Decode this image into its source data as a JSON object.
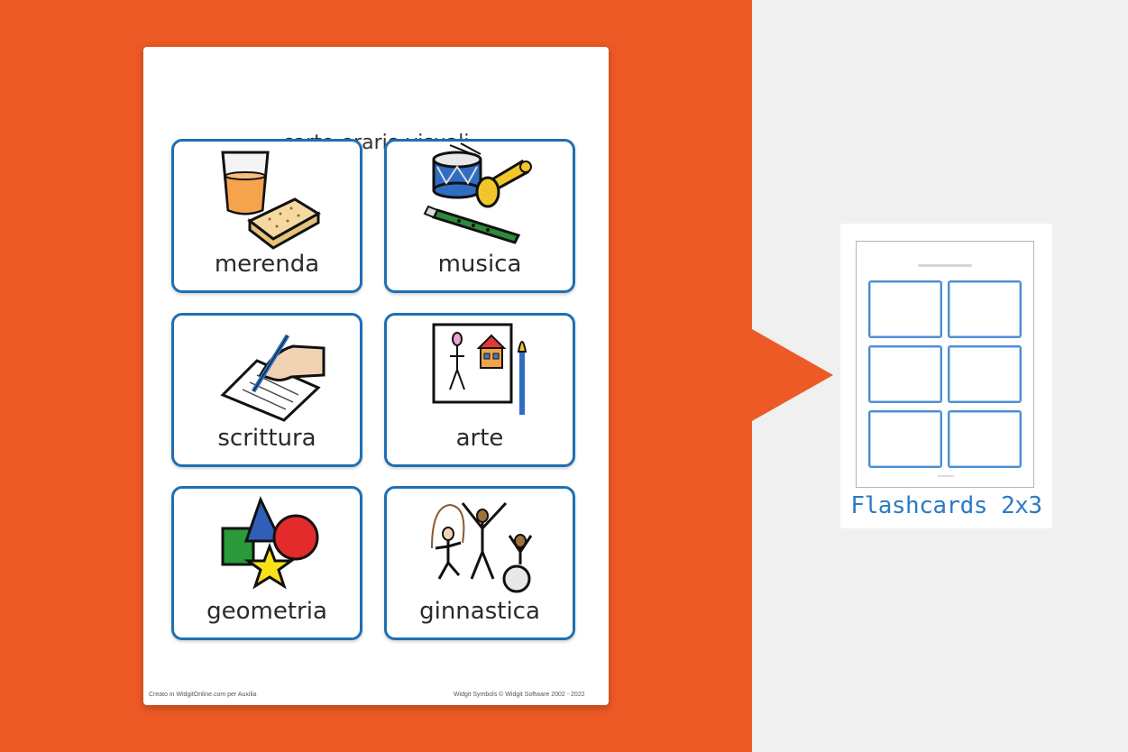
{
  "colors": {
    "accent": "#ee5a26",
    "card_border": "#1f6fb4",
    "preview_label": "#2b7bc4"
  },
  "sheet": {
    "title": "carte-orario visuali",
    "cards": [
      {
        "label": "merenda",
        "icon": "snack-icon"
      },
      {
        "label": "musica",
        "icon": "music-instruments-icon"
      },
      {
        "label": "scrittura",
        "icon": "writing-hand-icon"
      },
      {
        "label": "arte",
        "icon": "art-painting-icon"
      },
      {
        "label": "geometria",
        "icon": "shapes-icon"
      },
      {
        "label": "ginnastica",
        "icon": "gym-figures-icon"
      }
    ],
    "footer_left": "Creato in WidgitOnline.com per Auxilia",
    "footer_right": "Widgit Symbols © Widgit Software 2002 - 2022"
  },
  "template_preview": {
    "label": "Flashcards 2x3",
    "grid": {
      "columns": 2,
      "rows": 3
    }
  }
}
